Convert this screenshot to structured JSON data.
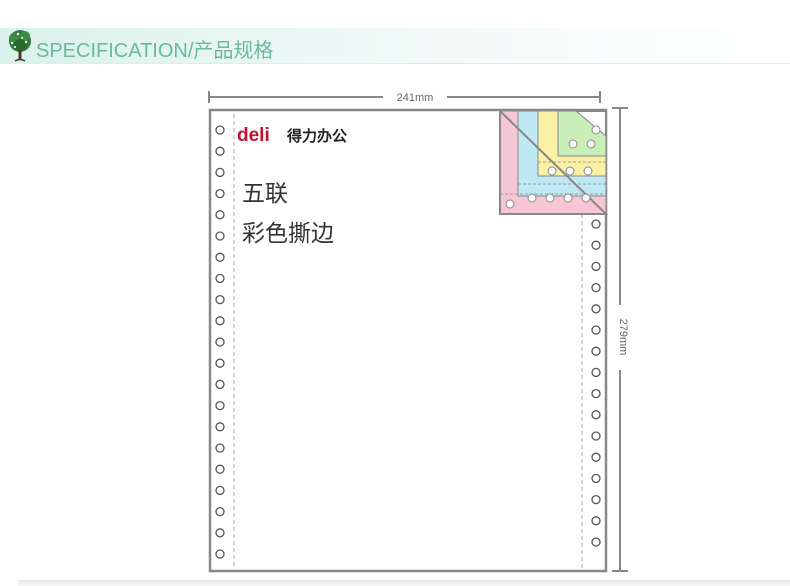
{
  "header": {
    "title": "SPECIFICATION/产品规格",
    "icon": "tree-icon"
  },
  "dimensions": {
    "width_label": "241mm",
    "height_label": "279mm"
  },
  "brand": {
    "logo_text": "deli",
    "name": "得力办公",
    "color": "#c8102e"
  },
  "product": {
    "copies": "五联",
    "feature": "彩色撕边"
  },
  "paper_layer_colors": [
    "#f7c6d6",
    "#bfe8f5",
    "#fbf1a6",
    "#c9eeb9"
  ]
}
